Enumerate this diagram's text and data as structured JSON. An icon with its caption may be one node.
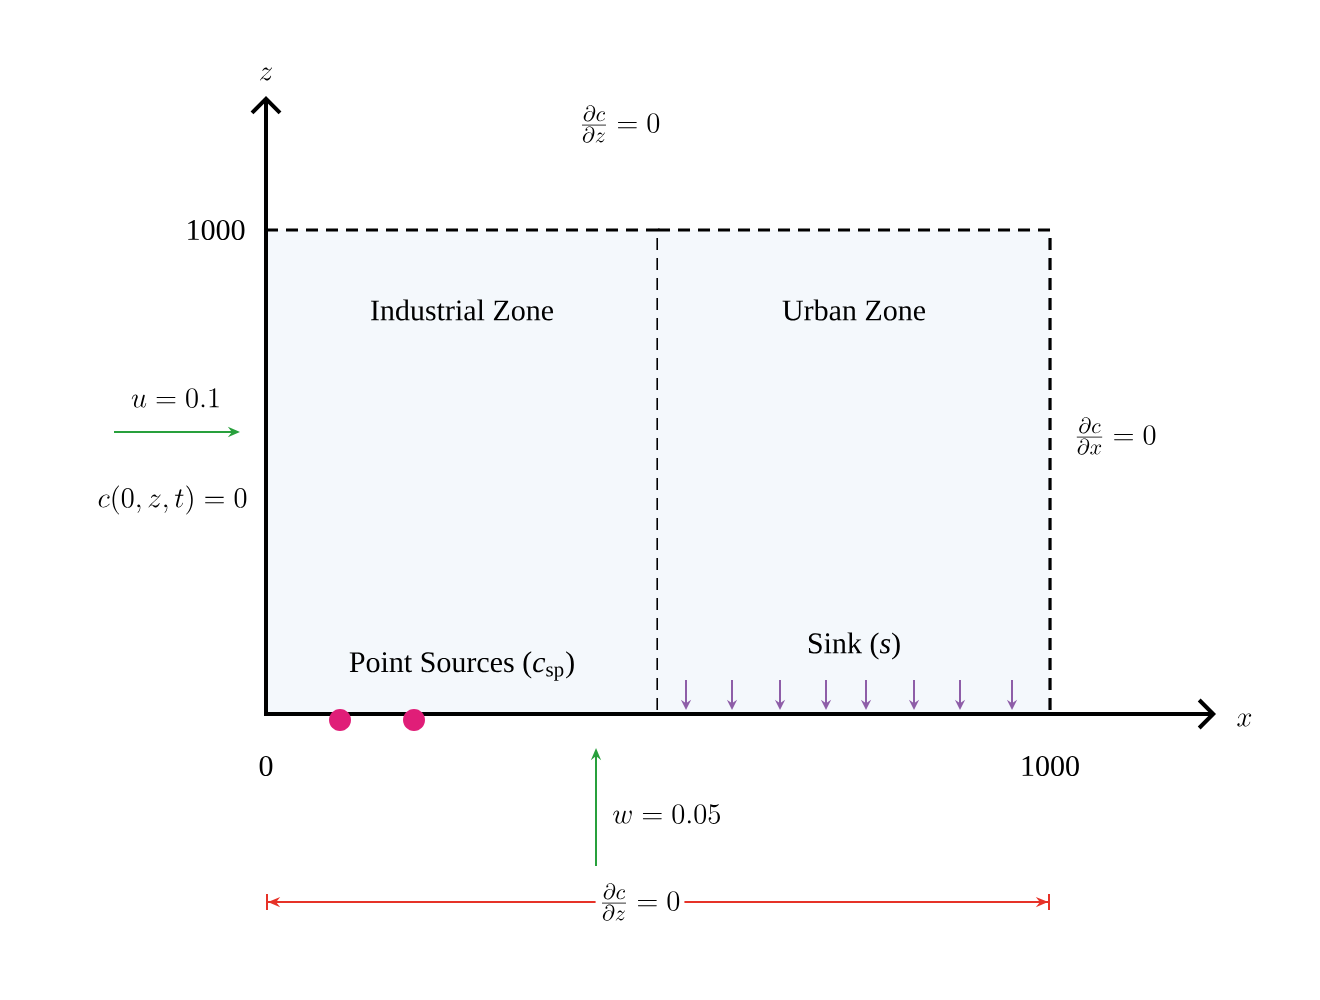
{
  "diagram": {
    "nodes": [
      {
        "text": [
          "Industrial Zone",
          "Point Sources (*c*$_{sp}$)"
        ]
      },
      {
        "text": [
          "Urban Zone",
          "Sink (*s*)"
        ]
      }
    ],
    "labels": [
      "z",
      "\\frac{\\partial c}{\\partial z} = 0",
      "1000",
      "u = 0.1",
      "c(0, z, t) = 0",
      "\\frac{\\partial c}{\\partial x} = 0",
      "x",
      "0",
      "1000",
      "w = 0.05",
      "\\frac{\\partial c}{\\partial z} = 0"
    ]
  }
}
